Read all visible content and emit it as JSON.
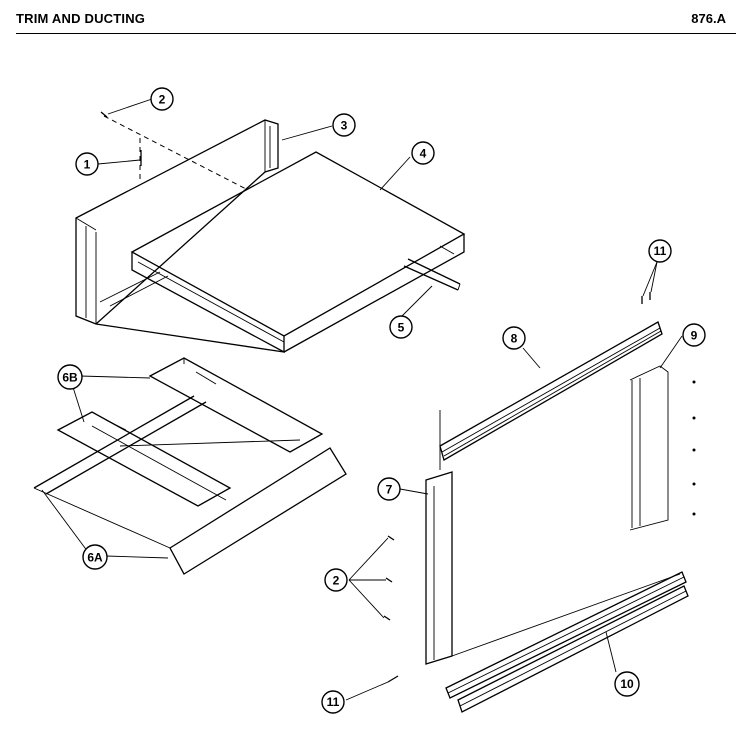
{
  "header": {
    "title": "TRIM AND DUCTING",
    "page_code": "876.A"
  },
  "callouts": {
    "c1": "1",
    "c2a": "2",
    "c2b": "2",
    "c3": "3",
    "c4": "4",
    "c5": "5",
    "c6a": "6A",
    "c6b": "6B",
    "c7": "7",
    "c8": "8",
    "c9": "9",
    "c10": "10",
    "c11a": "11",
    "c11b": "11"
  }
}
